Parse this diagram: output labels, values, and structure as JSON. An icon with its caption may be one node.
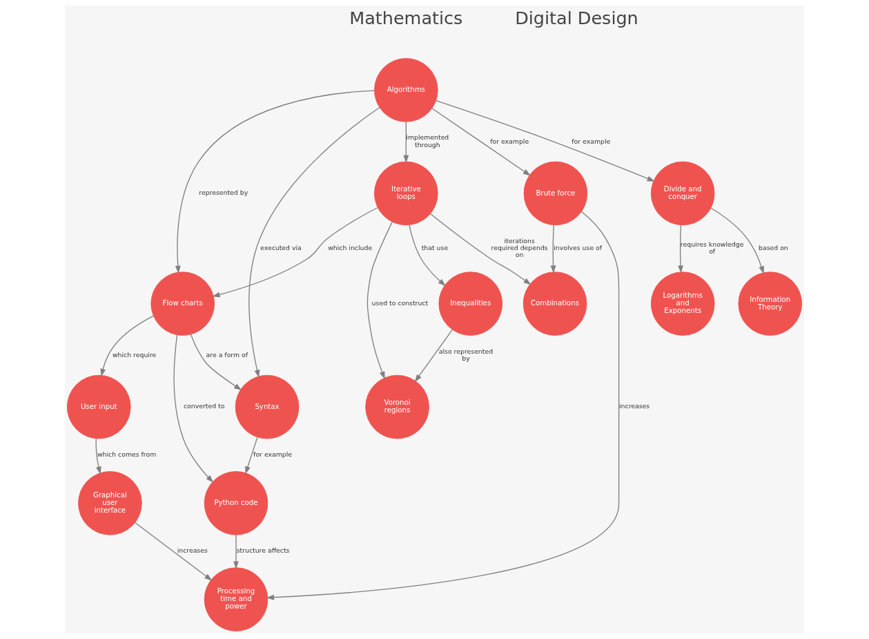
{
  "diagram": {
    "nodes": [
      {
        "text": [
          "Algorithms"
        ]
      },
      {
        "text": [
          "Iterative loops"
        ]
      },
      {
        "text": [
          "Syntax"
        ]
      },
      {
        "text": [
          "Inequalities"
        ]
      },
      {
        "text": [
          "Flow charts"
        ]
      },
      {
        "text": [
          "Python code"
        ]
      },
      {
        "text": [
          "Voronoi regions"
        ]
      },
      {
        "text": [
          "Divide and conquer"
        ]
      },
      {
        "text": [
          "Brute force"
        ]
      },
      {
        "text": [
          "User input"
        ]
      },
      {
        "text": [
          "Combinations"
        ]
      },
      {
        "text": [
          "Processing time and power"
        ]
      },
      {
        "text": [
          "Logarithms and Exponents"
        ]
      },
      {
        "text": [
          "Information Theory"
        ]
      },
      {
        "text": [
          "Graphical user interface"
        ]
      }
    ],
    "edges": [
      {
        "from": 0,
        "to": 1,
        "arrow": "to",
        "label": "implemented through"
      },
      {
        "from": 0,
        "to": 2,
        "arrow": "to",
        "label": "executed via"
      },
      {
        "from": 0,
        "to": 4,
        "arrow": "to",
        "label": "represented by"
      },
      {
        "from": 0,
        "to": 7,
        "arrow": "to",
        "label": "for example"
      },
      {
        "from": 0,
        "to": 8,
        "arrow": "to",
        "label": "for example"
      },
      {
        "from": 1,
        "to": 3,
        "arrow": "to",
        "label": "that use"
      },
      {
        "from": 1,
        "to": 6,
        "arrow": "to",
        "label": "used to construct"
      },
      {
        "from": 1,
        "to": 10,
        "arrow": "to",
        "label": "iterations required depends on"
      },
      {
        "from": 1,
        "to": 4,
        "arrow": "to",
        "label": "which include"
      },
      {
        "from": 3,
        "to": 6,
        "arrow": "to",
        "label": "also represented by"
      },
      {
        "from": 4,
        "to": 2,
        "arrow": "to",
        "label": "are a form of"
      },
      {
        "from": 4,
        "to": 5,
        "arrow": "to",
        "label": "converted to"
      },
      {
        "from": 4,
        "to": 9,
        "arrow": "to",
        "label": "which require"
      },
      {
        "from": 2,
        "to": 5,
        "arrow": "to",
        "label": "for example"
      },
      {
        "from": 5,
        "to": 11,
        "arrow": "to",
        "label": "structure affects"
      },
      {
        "from": 7,
        "to": 12,
        "arrow": "to",
        "label": "requires knowledge of"
      },
      {
        "from": 7,
        "to": 13,
        "arrow": "to",
        "label": "based on"
      },
      {
        "from": 8,
        "to": 10,
        "arrow": "to",
        "label": "involves use of"
      },
      {
        "from": 8,
        "to": 11,
        "arrow": "to",
        "label": "increases"
      },
      {
        "from": 9,
        "to": 14,
        "arrow": "to",
        "label": "which comes from"
      },
      {
        "from": 14,
        "to": 11,
        "arrow": "to",
        "label": "increases"
      }
    ],
    "labels": [
      "Mathematics",
      "Digital Design"
    ]
  }
}
